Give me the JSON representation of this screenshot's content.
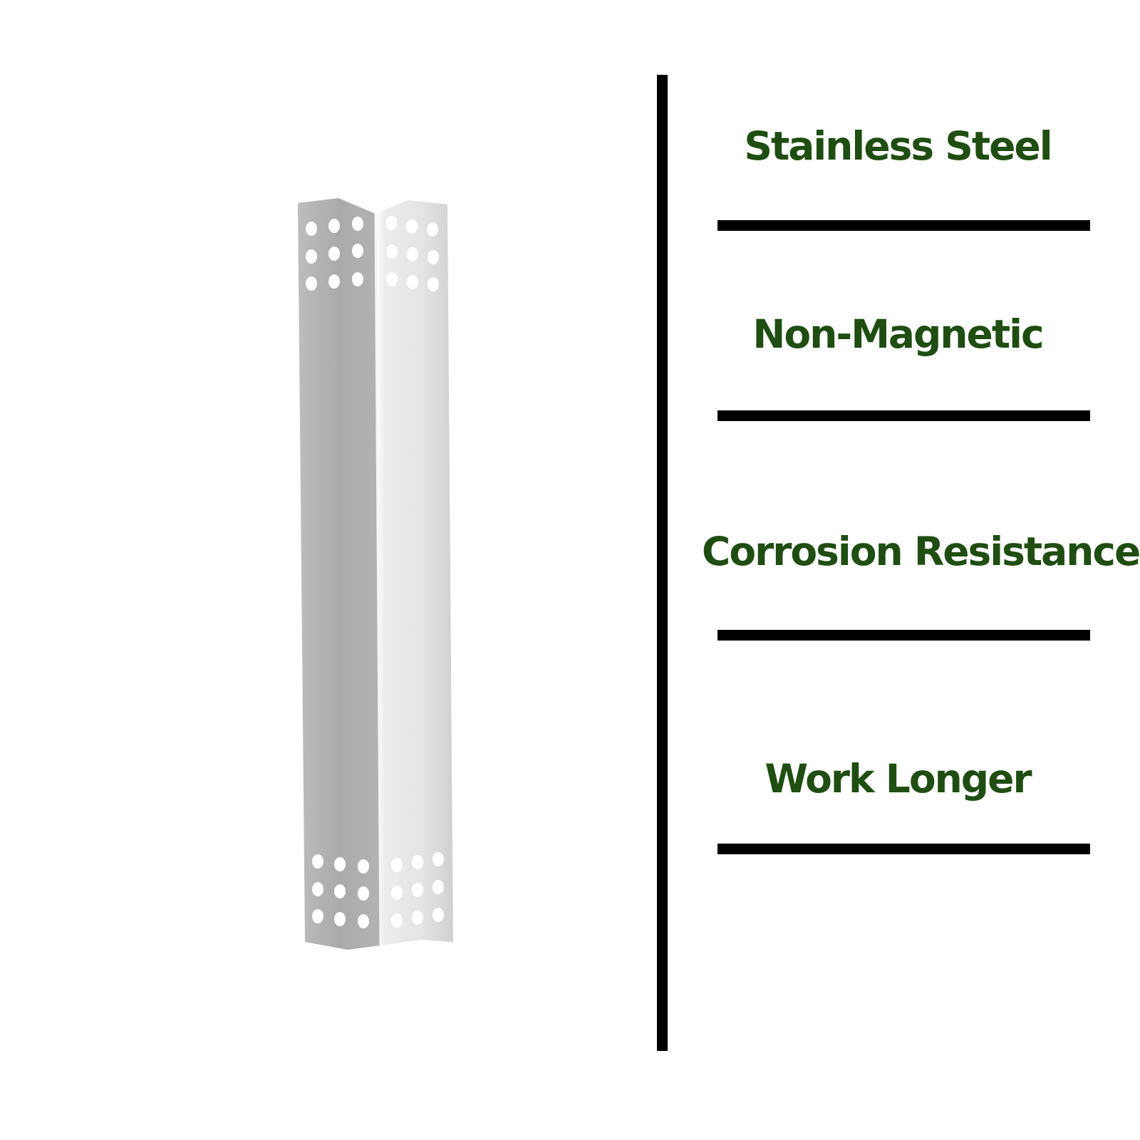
{
  "product": {
    "name": "heat-plate-icon",
    "metal_light": "#e6e6e6",
    "metal_dark": "#a9a9a9"
  },
  "features": [
    {
      "label": "Stainless Steel"
    },
    {
      "label": "Non-Magnetic"
    },
    {
      "label": "Corrosion Resistance"
    },
    {
      "label": "Work Longer"
    }
  ],
  "colors": {
    "text": "#1f4d12",
    "divider": "#000000",
    "background": "#ffffff"
  }
}
